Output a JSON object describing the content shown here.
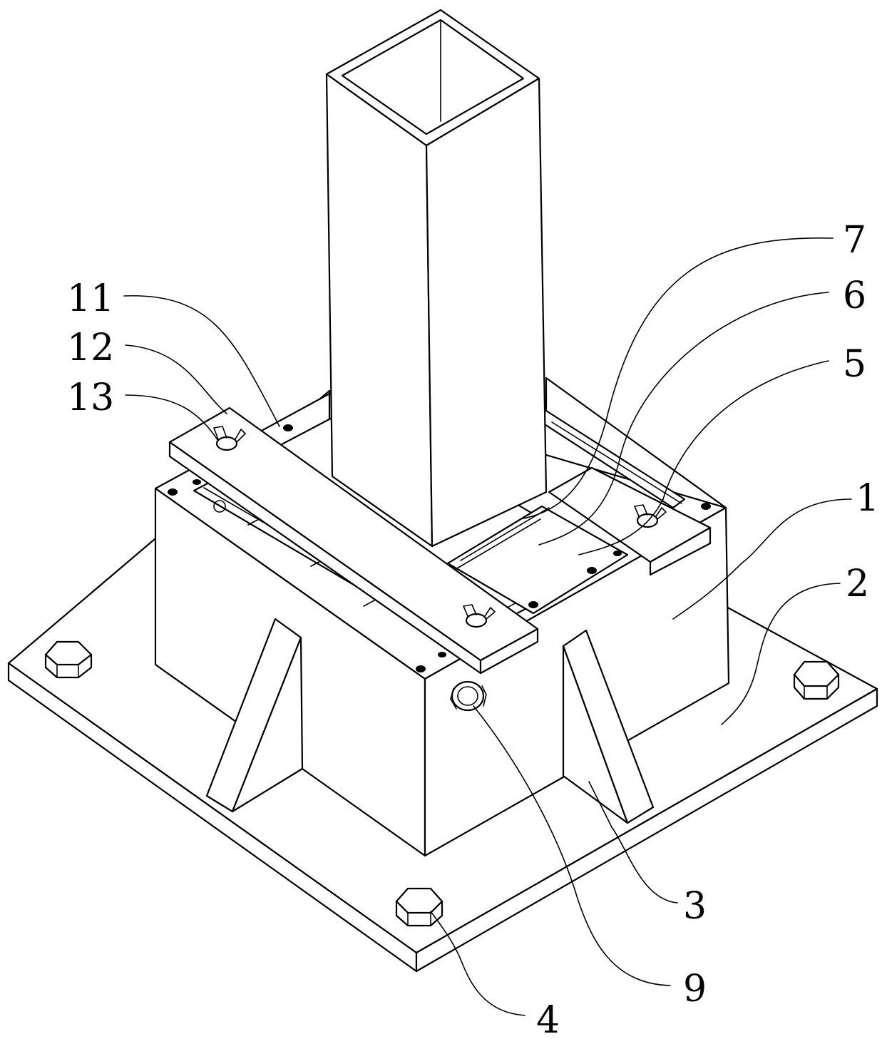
{
  "labels": {
    "l1": "1",
    "l2": "2",
    "l3": "3",
    "l4": "4",
    "l5": "5",
    "l6": "6",
    "l7": "7",
    "l9": "9",
    "l11": "11",
    "l12": "12",
    "l13": "13"
  },
  "colors": {
    "line": "#000000",
    "background": "#ffffff"
  }
}
